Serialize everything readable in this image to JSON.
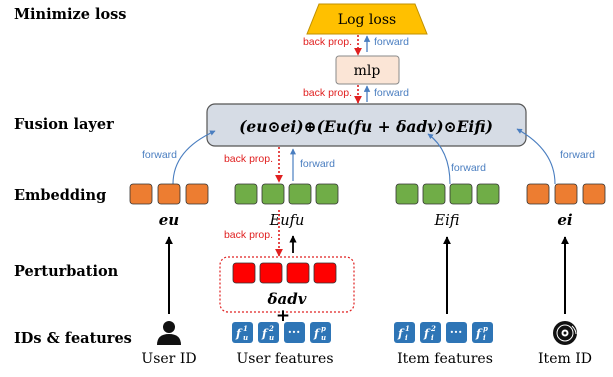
{
  "labels": {
    "minimize_loss": "Minimize loss",
    "fusion_layer": "Fusion layer",
    "embedding": "Embedding",
    "perturbation": "Perturbation",
    "ids_features": "IDs & features"
  },
  "nodes": {
    "log_loss": "Log loss",
    "mlp": "mlp",
    "fusion_formula": "(eu⊙ei)⊕(Eu(fu + δadv)⊙Eifi)",
    "eu": "eu",
    "ei": "ei",
    "Eu_fu": "Eufu",
    "Ei_fi": "Eifi",
    "delta_adv": "δadv",
    "plus": "+"
  },
  "arrows": {
    "back_prop": "back prop.",
    "forward": "forward"
  },
  "inputs": {
    "user_id": "User ID",
    "user_features": "User features",
    "item_features": "Item features",
    "item_id": "Item ID",
    "dots": "···"
  },
  "colors": {
    "orange": "#ed7d31",
    "green": "#70ad47",
    "red": "#ff0000",
    "icon_blue": "#2e75b6",
    "loss_yellow": "#ffc000",
    "mlp_fill": "#fbe5d6",
    "fusion_fill": "#d6dce5"
  }
}
